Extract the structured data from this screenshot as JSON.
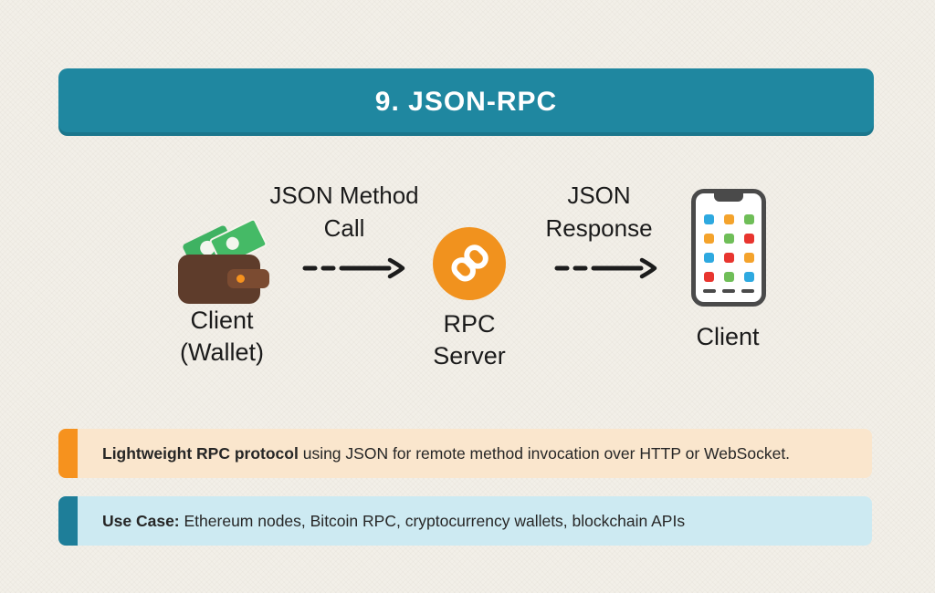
{
  "header": {
    "title": "9. JSON-RPC"
  },
  "diagram": {
    "wallet_node": {
      "icon": "wallet-icon",
      "label_line1": "Client",
      "label_line2": "(Wallet)"
    },
    "call_arrow": {
      "label_line1": "JSON Method",
      "label_line2": "Call"
    },
    "server_node": {
      "icon": "chain-link-icon",
      "label_line1": "RPC",
      "label_line2": "Server"
    },
    "response_arrow": {
      "label_line1": "JSON",
      "label_line2": "Response"
    },
    "phone_node": {
      "icon": "smartphone-icon",
      "label_line1": "Client"
    },
    "phone_app_colors": [
      [
        "#2ea9e0",
        "#f4a32c",
        "#6fbe58"
      ],
      [
        "#f4a32c",
        "#6fbe58",
        "#e8352f"
      ],
      [
        "#2ea9e0",
        "#e8352f",
        "#f4a32c"
      ],
      [
        "#e8352f",
        "#6fbe58",
        "#2ea9e0"
      ]
    ]
  },
  "notes": [
    {
      "bold": "Lightweight RPC protocol",
      "text": " using JSON for remote method invocation over HTTP or WebSocket.",
      "accent": "#f6921e",
      "bg": "#fae6cd"
    },
    {
      "bold": "Use Case:",
      "text": " Ethereum nodes, Bitcoin RPC, cryptocurrency wallets, blockchain APIs",
      "accent": "#1e7e99",
      "bg": "#cdeaf2"
    }
  ],
  "colors": {
    "background": "#f2efe8",
    "header_bg": "#1f87a0",
    "header_text": "#ffffff",
    "server_circle": "#f1921e",
    "arrow": "#1c1c1c",
    "wallet_body": "#5e3c2b",
    "wallet_strap": "#7b4b31",
    "money_green": "#3eb262",
    "phone_frame": "#4a4a4a"
  }
}
